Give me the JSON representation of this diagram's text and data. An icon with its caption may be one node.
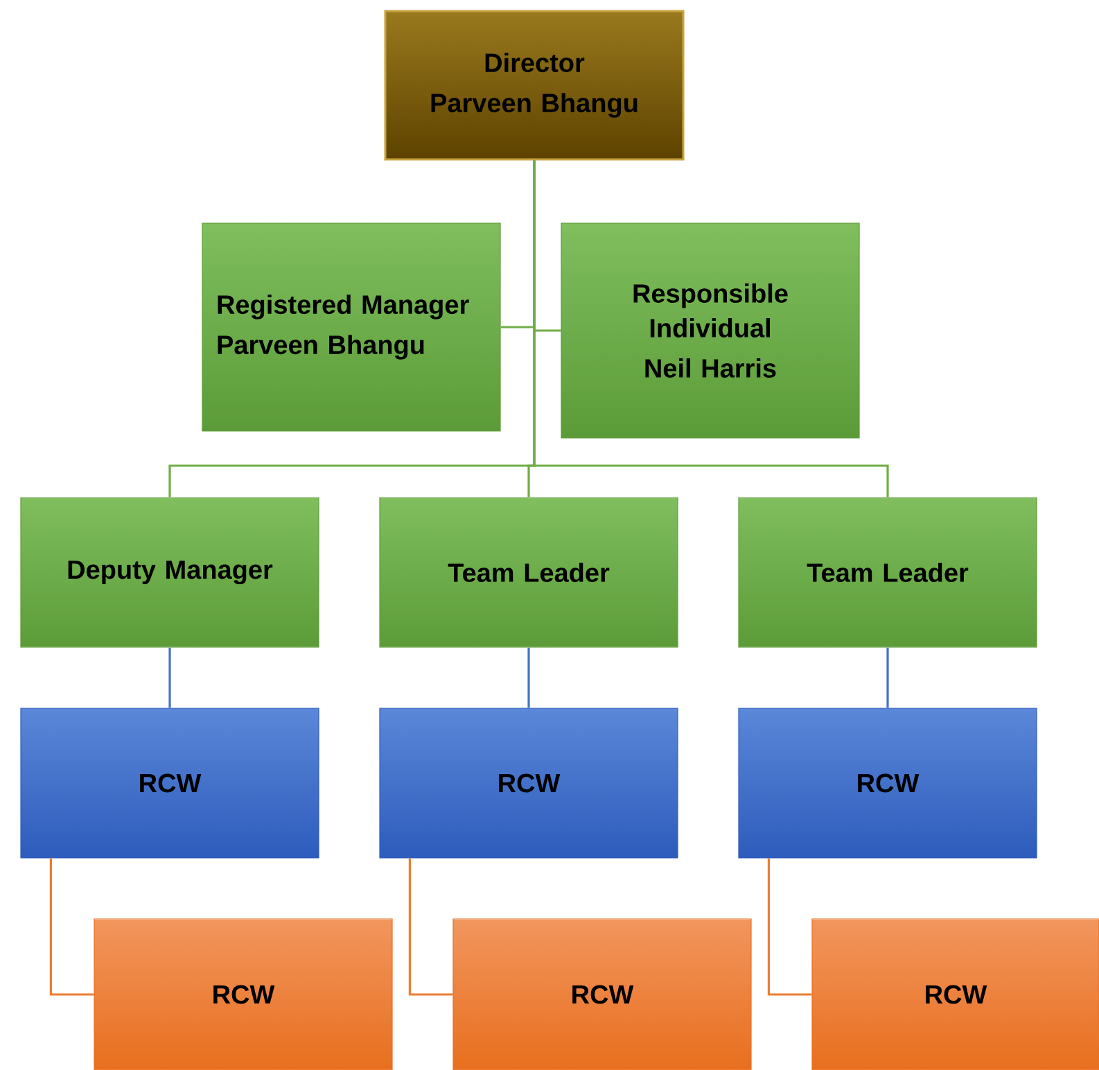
{
  "diagram": {
    "nodes": [
      {
        "text": [
          "Director",
          "Parveen Bhangu"
        ]
      },
      {
        "text": [
          "Registered Manager",
          "Parveen Bhangu"
        ]
      },
      {
        "text": [
          "Responsible Individual",
          "Neil Harris"
        ]
      },
      {
        "text": [
          "Deputy Manager"
        ]
      },
      {
        "text": [
          "Team Leader"
        ]
      },
      {
        "text": [
          "Team Leader"
        ]
      },
      {
        "text": [
          "RCW"
        ]
      },
      {
        "text": [
          "RCW"
        ]
      },
      {
        "text": [
          "RCW"
        ]
      },
      {
        "text": [
          "RCW"
        ]
      },
      {
        "text": [
          "RCW"
        ]
      },
      {
        "text": [
          "RCW"
        ]
      }
    ],
    "edges": [
      {
        "from": 0,
        "to": 1,
        "arrow": "none"
      },
      {
        "from": 0,
        "to": 2,
        "arrow": "none"
      },
      {
        "from": 0,
        "to": 3,
        "arrow": "none"
      },
      {
        "from": 0,
        "to": 4,
        "arrow": "none"
      },
      {
        "from": 0,
        "to": 5,
        "arrow": "none"
      },
      {
        "from": 3,
        "to": 6,
        "arrow": "none",
        "color": "#4472c4"
      },
      {
        "from": 4,
        "to": 7,
        "arrow": "none",
        "color": "#4472c4"
      },
      {
        "from": 5,
        "to": 8,
        "arrow": "none",
        "color": "#4472c4"
      },
      {
        "from": 6,
        "to": 9,
        "arrow": "none",
        "color": "#ed7d31"
      },
      {
        "from": 7,
        "to": 10,
        "arrow": "none",
        "color": "#ed7d31"
      },
      {
        "from": 8,
        "to": 11,
        "arrow": "none",
        "color": "#ed7d31"
      }
    ]
  }
}
